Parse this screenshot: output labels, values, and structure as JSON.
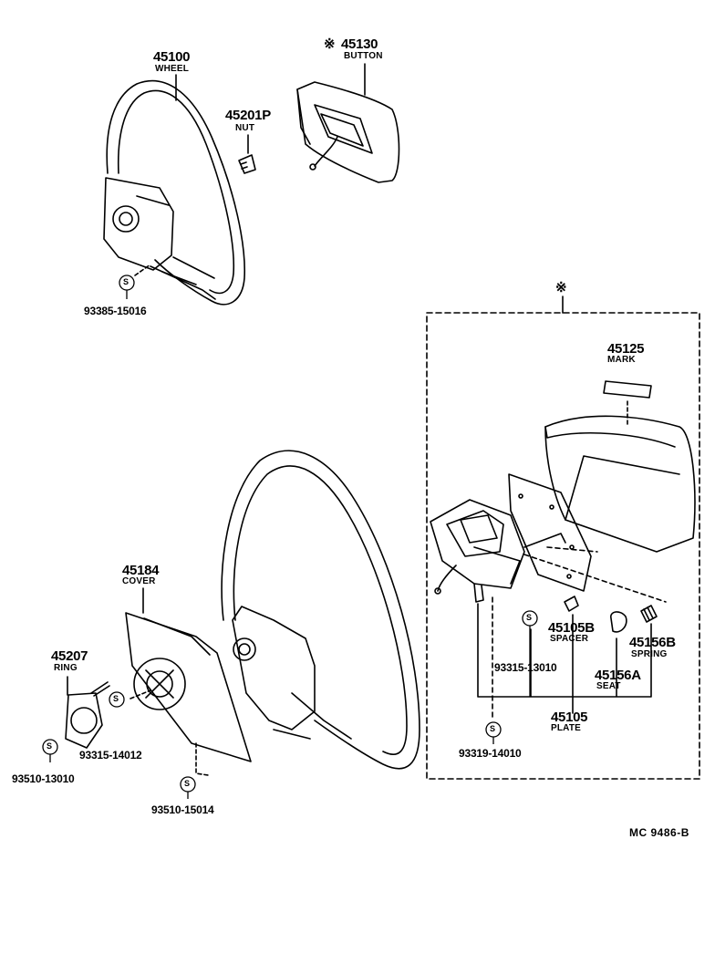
{
  "wheel": {
    "num": "45100",
    "name": "WHEEL"
  },
  "button": {
    "mark": "※",
    "num": "45130",
    "name": "BUTTON"
  },
  "nut": {
    "num": "45201P",
    "name": "NUT"
  },
  "screw_93385": {
    "symbol": "S",
    "num": "93385-15016"
  },
  "assembly_mark": "※",
  "mark": {
    "num": "45125",
    "name": "MARK"
  },
  "cover": {
    "num": "45184",
    "name": "COVER"
  },
  "ring": {
    "num": "45207",
    "name": "RING"
  },
  "spacer": {
    "num": "45105B",
    "name": "SPACER"
  },
  "spring": {
    "num": "45156B",
    "name": "SPRING"
  },
  "seat": {
    "num": "45156A",
    "name": "SEAT"
  },
  "plate": {
    "num": "45105",
    "name": "PLATE"
  },
  "screw_93315_13010": {
    "symbol": "S",
    "num": "93315-13010"
  },
  "screw_93315_14012": {
    "symbol": "S",
    "num": "93315-14012"
  },
  "screw_93510_13010": {
    "symbol": "S",
    "num": "93510-13010"
  },
  "screw_93510_15014": {
    "symbol": "S",
    "num": "93510-15014"
  },
  "screw_93319_14010": {
    "symbol": "S",
    "num": "93319-14010"
  },
  "drawing_code": "MC  9486-B"
}
